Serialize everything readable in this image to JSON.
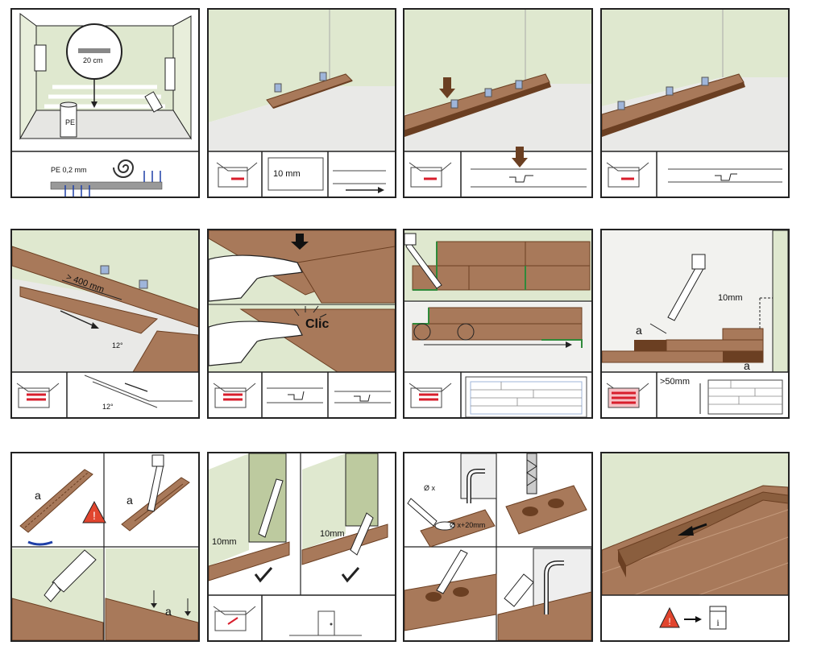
{
  "colors": {
    "wall": "#dfe8cf",
    "floor": "#e9e9e7",
    "plank": "#a8795a",
    "plank_dark": "#6b3f22",
    "spacer": "#9fb5da",
    "outline": "#222222",
    "red_mark": "#d81e2c",
    "green_line": "#2f8a3a",
    "warning": "#e1452e"
  },
  "icons": [
    "arrow-down-icon",
    "checkmark-icon",
    "warning-triangle-icon",
    "info-document-icon",
    "saw-icon",
    "glue-bottle-icon",
    "drill-bit-icon",
    "door-icon",
    "roll-icon"
  ],
  "panel_labels": {
    "p1_zoom": "20 cm",
    "p1_roll": "PE",
    "p1_film": "PE 0,2 mm",
    "p2_gap": "10 mm",
    "p5_overlap": "> 400 mm",
    "p5_angle": "12°",
    "p5_angle_detail": "12°",
    "p6_clic": "Clic",
    "p8_gap": "10mm",
    "p8_a_left": "a",
    "p8_a_right": "a",
    "p8_min": ">50mm",
    "p9_a_top_left": "a",
    "p9_a_top_right": "a",
    "p9_a_bottom": "a",
    "p10_gap_left": "10mm",
    "p10_gap_right": "10mm",
    "p11_dia_x": "Ø x",
    "p11_dia_x20": "Ø x+20mm"
  }
}
